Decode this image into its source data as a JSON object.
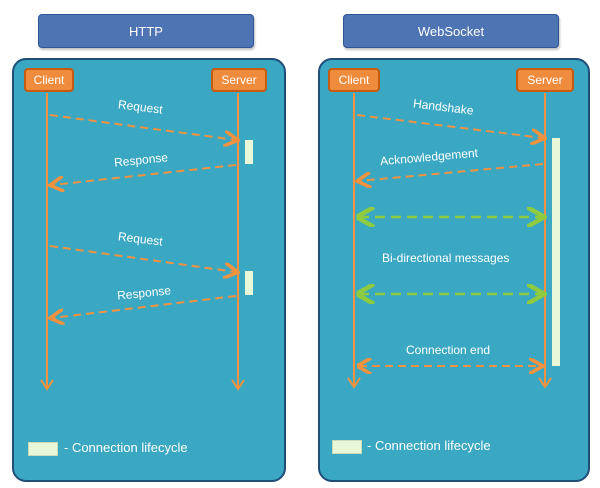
{
  "http": {
    "title": "HTTP",
    "client": "Client",
    "server": "Server",
    "request1": "Request",
    "response1": "Response",
    "request2": "Request",
    "response2": "Response",
    "legend": "- Connection lifecycle"
  },
  "websocket": {
    "title": "WebSocket",
    "client": "Client",
    "server": "Server",
    "handshake": "Handshake",
    "acknowledgement": "Acknowledgement",
    "bidirectional": "Bi-directional messages",
    "connection_end": "Connection end",
    "legend": "- Connection lifecycle"
  },
  "colors": {
    "panel": "#3aa8c3",
    "arrow_orange": "#f0923f",
    "arrow_green": "#8ecb3f",
    "lifecycle": "#e8f7d8"
  }
}
